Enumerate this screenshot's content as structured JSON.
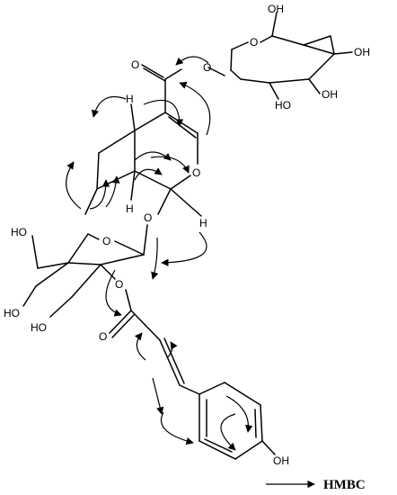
{
  "molecule": {
    "atoms": {
      "oh1": "OH",
      "o_ring_glc": "O",
      "oh2": "OH",
      "oh3": "OH",
      "ho4": "HO",
      "o_ester": "O",
      "o_link": "O",
      "h_top": "H",
      "o_pyran": "O",
      "h_bottom": "H",
      "h_right": "H",
      "o_glc2_ring": "O",
      "o_glc2_link": "O",
      "ho_glc2": "HO",
      "ho_glc2_b": "HO",
      "ho_glc2_c": "HO",
      "o_ester2": "O",
      "o_carbonyl2": "O",
      "oh_phenol": "OH"
    }
  },
  "legend": {
    "label": "HMBC",
    "symbol": "long-right-arrow"
  }
}
